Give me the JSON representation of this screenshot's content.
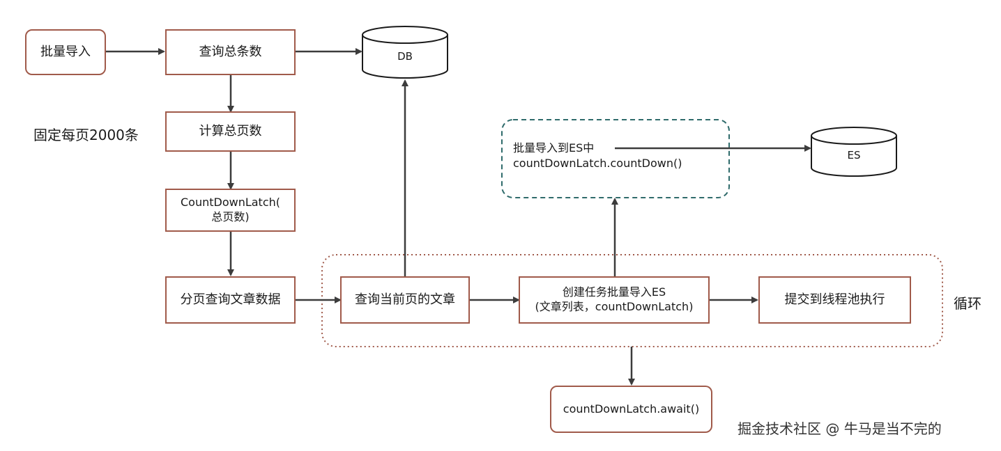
{
  "nodes": {
    "batch_import": "批量导入",
    "query_total": "查询总条数",
    "calc_pages": "计算总页数",
    "latch_init_line1": "CountDownLatch(",
    "latch_init_line2": "总页数)",
    "paged_query": "分页查询文章数据",
    "query_current": "查询当前页的文章",
    "create_task_line1": "创建任务批量导入ES",
    "create_task_line2": "(文章列表，countDownLatch)",
    "submit_pool": "提交到线程池执行",
    "await": "countDownLatch.await()"
  },
  "stores": {
    "db": "DB",
    "es": "ES"
  },
  "es_import": {
    "line1": "批量导入到ES中",
    "line2": "countDownLatch.countDown()"
  },
  "labels": {
    "page_size_note": "固定每页2000条",
    "loop": "循环"
  },
  "watermark": "掘金技术社区 @ 牛马是当不完的",
  "colors": {
    "box_border": "#a05a4a",
    "loop_border": "#a05a4a",
    "es_group_border": "#2f6b6b",
    "arrow": "#3c3c3c"
  }
}
